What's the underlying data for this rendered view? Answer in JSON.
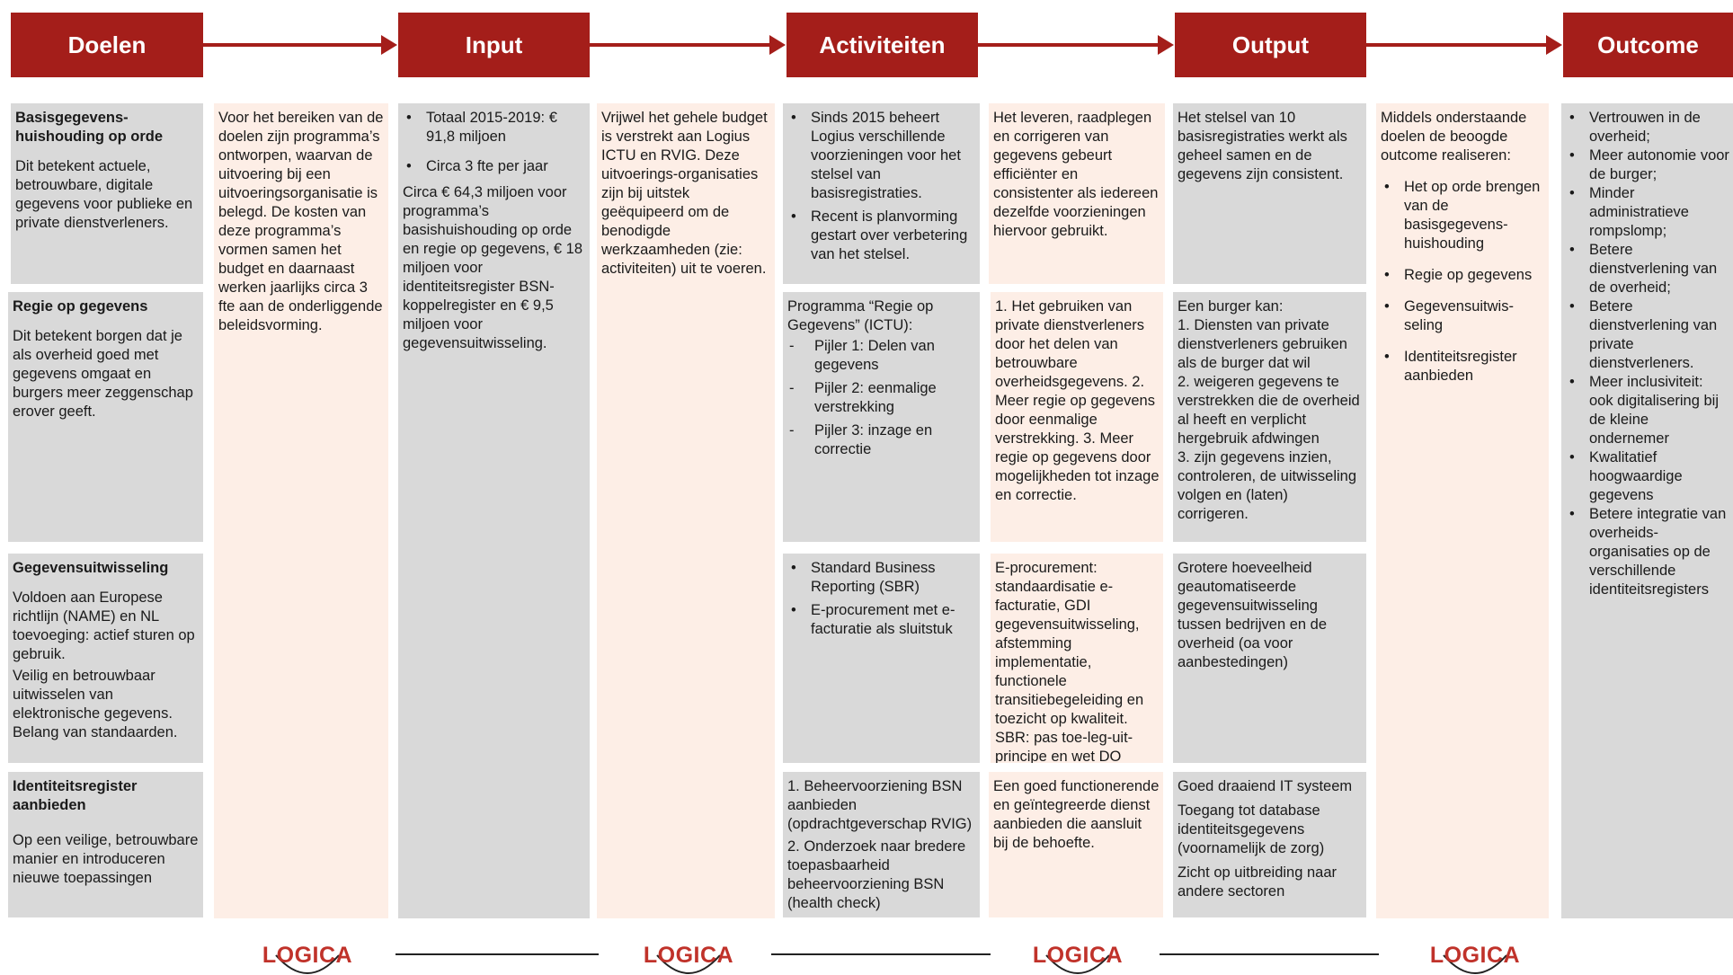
{
  "headers": [
    "Doelen",
    "Input",
    "Activiteiten",
    "Output",
    "Outcome"
  ],
  "doelen": [
    {
      "title": "Basisgegevens-huishouding op orde",
      "text": [
        "Dit betekent actuele, betrouwbare, digitale gegevens voor publieke en private dienstverleners."
      ]
    },
    {
      "title": "Regie op gegevens",
      "text": [
        "Dit betekent borgen dat je als overheid goed met gegevens omgaat en burgers meer zeggenschap erover geeft."
      ]
    },
    {
      "title": "Gegevensuitwisseling",
      "text": [
        "Voldoen aan Europese richtlijn (NAME) en NL toevoeging: actief sturen op gebruik.",
        "Veilig en betrouwbaar uitwisselen van elektronische gegevens. Belang van standaarden."
      ]
    },
    {
      "title": "Identiteitsregister aanbieden",
      "text": [
        "Op een veilige, betrouwbare manier en introduceren nieuwe toepassingen"
      ]
    }
  ],
  "doelen_note": "Voor het bereiken van de doelen zijn programma’s ontworpen, waarvan de uitvoering bij een uitvoeringsorganisatie is belegd. De kosten van deze programma’s vormen samen het budget en daarnaast werken jaarlijks circa 3 fte aan de onderliggende beleidsvorming.",
  "input": {
    "bullets": [
      "Totaal 2015-2019: € 91,8 miljoen",
      "Circa 3 fte per jaar"
    ],
    "text": "Circa € 64,3 miljoen voor programma’s basishuishouding op orde en regie op gegevens, € 18 miljoen voor identiteitsregister BSN-koppelregister en € 9,5 miljoen voor gegevensuitwisseling."
  },
  "input_note": "Vrijwel het gehele budget is verstrekt aan Logius ICTU en RVIG. Deze uitvoerings-organisaties zijn bij uitstek geëquipeerd om de benodigde werkzaamheden (zie: activiteiten) uit te voeren.",
  "activiteiten": [
    {
      "bullets": [
        "Sinds 2015 beheert Logius verschillende voorzieningen voor het stelsel van basisregistraties.",
        "Recent is planvorming gestart over verbetering van het stelsel."
      ]
    },
    {
      "intro": "Programma “Regie op Gegevens” (ICTU):",
      "dashes": [
        "Pijler 1: Delen van gegevens",
        "Pijler 2: eenmalige verstrekking",
        "Pijler 3: inzage en correctie"
      ]
    },
    {
      "bullets": [
        "Standard Business Reporting (SBR)",
        "E-procurement met e-facturatie als sluitstuk"
      ]
    },
    {
      "text": [
        "1. Beheervoorziening BSN aanbieden (opdrachtgeverschap RVIG)",
        "2. Onderzoek naar bredere toepasbaarheid beheervoorziening BSN (health check)"
      ]
    }
  ],
  "activiteiten_notes": [
    "Het leveren, raadplegen en corrigeren van gegevens gebeurt efficiënter en consistenter als iedereen dezelfde voorzieningen hiervoor gebruikt.",
    "1. Het gebruiken van private dienstverleners door het delen van betrouwbare overheidsgegevens. 2. Meer regie op gegevens door eenmalige verstrekking. 3. Meer regie op gegevens door mogelijkheden tot inzage en correctie.",
    "E-procurement: standaardisatie e-facturatie, GDI gegevensuitwisseling, afstemming implementatie, functionele transitiebegeleiding en toezicht op kwaliteit. SBR: pas toe-leg-uit-principe en wet DO",
    "Een goed functionerende en geïntegreerde dienst aanbieden die aansluit bij de behoefte."
  ],
  "output": [
    {
      "text": [
        "Het stelsel van 10 basisregistraties werkt als geheel samen en de gegevens zijn consistent."
      ]
    },
    {
      "text": [
        "Een burger kan:",
        "1. Diensten van private dienstverleners gebruiken als de burger dat wil",
        "2. weigeren gegevens te verstrekken die de overheid al heeft en verplicht hergebruik afdwingen",
        "3. zijn gegevens inzien, controleren, de uitwisseling volgen en (laten) corrigeren."
      ]
    },
    {
      "text": [
        "Grotere hoeveelheid geautomatiseerde gegevensuitwisseling tussen bedrijven en de overheid (oa voor aanbestedingen)"
      ]
    },
    {
      "text": [
        "Goed draaiend IT systeem",
        "Toegang tot database identiteitsgegevens (voornamelijk de zorg)",
        "Zicht op uitbreiding naar andere sectoren"
      ]
    }
  ],
  "output_note": {
    "intro": "Middels onderstaande doelen de beoogde outcome realiseren:",
    "bullets": [
      "Het op orde brengen van de basisgegevens-huishouding",
      "Regie op gegevens",
      "Gegevensuitwis-seling",
      "Identiteitsregister aanbieden"
    ]
  },
  "outcome": {
    "bullets": [
      "Vertrouwen in de overheid;",
      "Meer autonomie voor de burger;",
      "Minder administratieve rompslomp;",
      "Betere dienstverlening van de overheid;",
      "Betere dienstverlening van private dienstverleners.",
      "Meer inclusiviteit: ook digitalisering bij de kleine ondernemer",
      "Kwalitatief hoogwaardige gegevens",
      "Betere integratie van overheids-organisaties op de verschillende identiteitsregisters"
    ]
  },
  "logo_text": "LOGICA",
  "colors": {
    "header": "#a41e1a",
    "gray_cell": "#d9d9d9",
    "peach_cell": "#fdeee6",
    "logo": "#c0322a"
  }
}
